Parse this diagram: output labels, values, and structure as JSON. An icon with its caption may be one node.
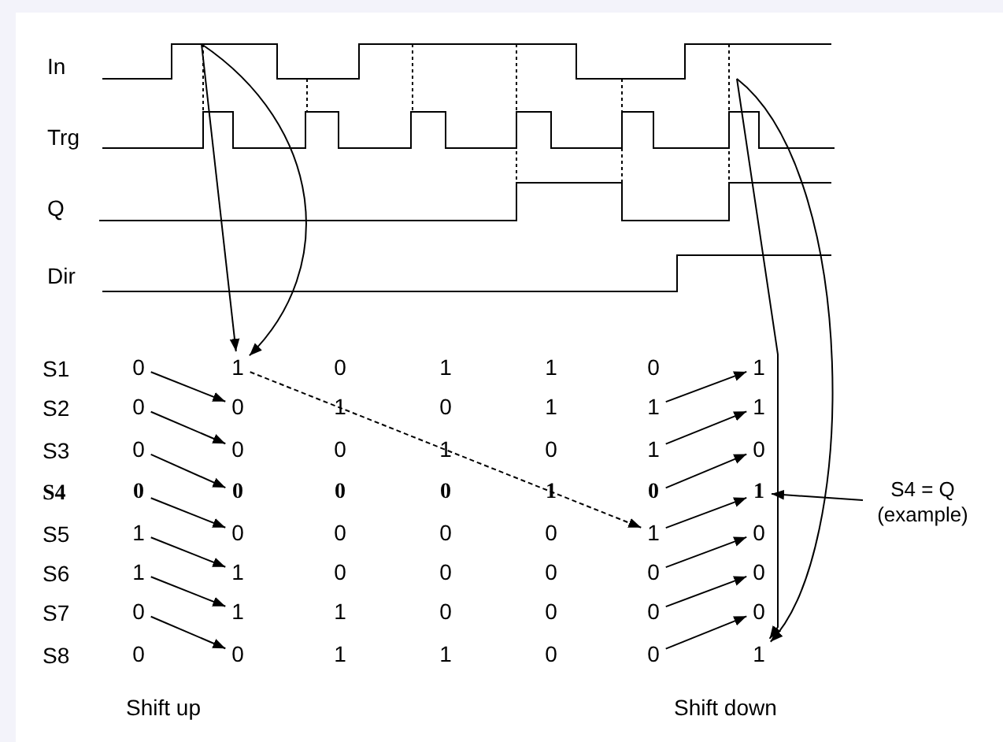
{
  "diagram": {
    "nodes": [
      {
        "text": [
          "0"
        ]
      },
      {
        "text": [
          "1"
        ]
      },
      {
        "text": [
          "0"
        ]
      },
      {
        "text": [
          "1"
        ]
      },
      {
        "text": [
          "1"
        ]
      },
      {
        "text": [
          "0"
        ]
      },
      {
        "text": [
          "1"
        ]
      },
      {
        "text": [
          "0"
        ]
      },
      {
        "text": [
          "0"
        ]
      },
      {
        "text": [
          "1"
        ]
      },
      {
        "text": [
          "0"
        ]
      },
      {
        "text": [
          "1"
        ]
      },
      {
        "text": [
          "1"
        ]
      },
      {
        "text": [
          "1"
        ]
      },
      {
        "text": [
          "0"
        ]
      },
      {
        "text": [
          "0"
        ]
      },
      {
        "text": [
          "0"
        ]
      },
      {
        "text": [
          "1"
        ]
      },
      {
        "text": [
          "0"
        ]
      },
      {
        "text": [
          "1"
        ]
      },
      {
        "text": [
          "0"
        ]
      },
      {
        "text": [
          "0"
        ]
      },
      {
        "text": [
          "0"
        ]
      },
      {
        "text": [
          "0"
        ]
      },
      {
        "text": [
          "0"
        ]
      },
      {
        "text": [
          "1"
        ]
      },
      {
        "text": [
          "0"
        ]
      },
      {
        "text": [
          "1"
        ]
      },
      {
        "text": [
          "1"
        ]
      },
      {
        "text": [
          "0"
        ]
      },
      {
        "text": [
          "0"
        ]
      },
      {
        "text": [
          "0"
        ]
      },
      {
        "text": [
          "0"
        ]
      },
      {
        "text": [
          "1"
        ]
      },
      {
        "text": [
          "0"
        ]
      },
      {
        "text": [
          "1"
        ]
      },
      {
        "text": [
          "1"
        ]
      },
      {
        "text": [
          "0"
        ]
      },
      {
        "text": [
          "0"
        ]
      },
      {
        "text": [
          "0"
        ]
      },
      {
        "text": [
          "0"
        ]
      },
      {
        "text": [
          "0"
        ]
      },
      {
        "text": [
          "0"
        ]
      },
      {
        "text": [
          "1"
        ]
      },
      {
        "text": [
          "1"
        ]
      },
      {
        "text": [
          "0"
        ]
      },
      {
        "text": [
          "0"
        ]
      },
      {
        "text": [
          "0"
        ]
      },
      {
        "text": [
          "0"
        ]
      },
      {
        "text": [
          "0"
        ]
      },
      {
        "text": [
          "0"
        ]
      },
      {
        "text": [
          "1"
        ]
      },
      {
        "text": [
          "1"
        ]
      },
      {
        "text": [
          "0"
        ]
      },
      {
        "text": [
          "0"
        ]
      },
      {
        "text": [
          "1"
        ]
      },
      {
        "text": [
          "S4 = Q (example)"
        ]
      }
    ],
    "edges": [
      {
        "from": 0,
        "to": 8,
        "arrow": "to"
      },
      {
        "from": 7,
        "to": 15,
        "arrow": "to"
      },
      {
        "from": 14,
        "to": 22,
        "arrow": "to"
      },
      {
        "from": 21,
        "to": 29,
        "arrow": "to"
      },
      {
        "from": 28,
        "to": 36,
        "arrow": "to"
      },
      {
        "from": 35,
        "to": 43,
        "arrow": "to"
      },
      {
        "from": 42,
        "to": 50,
        "arrow": "to"
      },
      {
        "from": 1,
        "to": 33,
        "arrow": "to",
        "style": "dashed"
      },
      {
        "from": 12,
        "to": 6,
        "arrow": "to"
      },
      {
        "from": 19,
        "to": 13,
        "arrow": "to"
      },
      {
        "from": 26,
        "to": 20,
        "arrow": "to"
      },
      {
        "from": 33,
        "to": 27,
        "arrow": "to"
      },
      {
        "from": 40,
        "to": 34,
        "arrow": "to"
      },
      {
        "from": 47,
        "to": 41,
        "arrow": "to"
      },
      {
        "from": 54,
        "to": 48,
        "arrow": "to"
      },
      {
        "from": null,
        "to": 1,
        "arrow": "to"
      },
      {
        "from": null,
        "to": 1,
        "arrow": "to"
      },
      {
        "from": null,
        "to": 55,
        "arrow": "to"
      },
      {
        "from": null,
        "to": 55,
        "arrow": "to"
      },
      {
        "from": 56,
        "to": 27,
        "arrow": "to"
      }
    ],
    "labels": [
      "In",
      "Trg",
      "Q",
      "Dir",
      "S1",
      "S2",
      "S3",
      "S4",
      "S5",
      "S6",
      "S7",
      "S8",
      "Shift up",
      "Shift down"
    ]
  }
}
